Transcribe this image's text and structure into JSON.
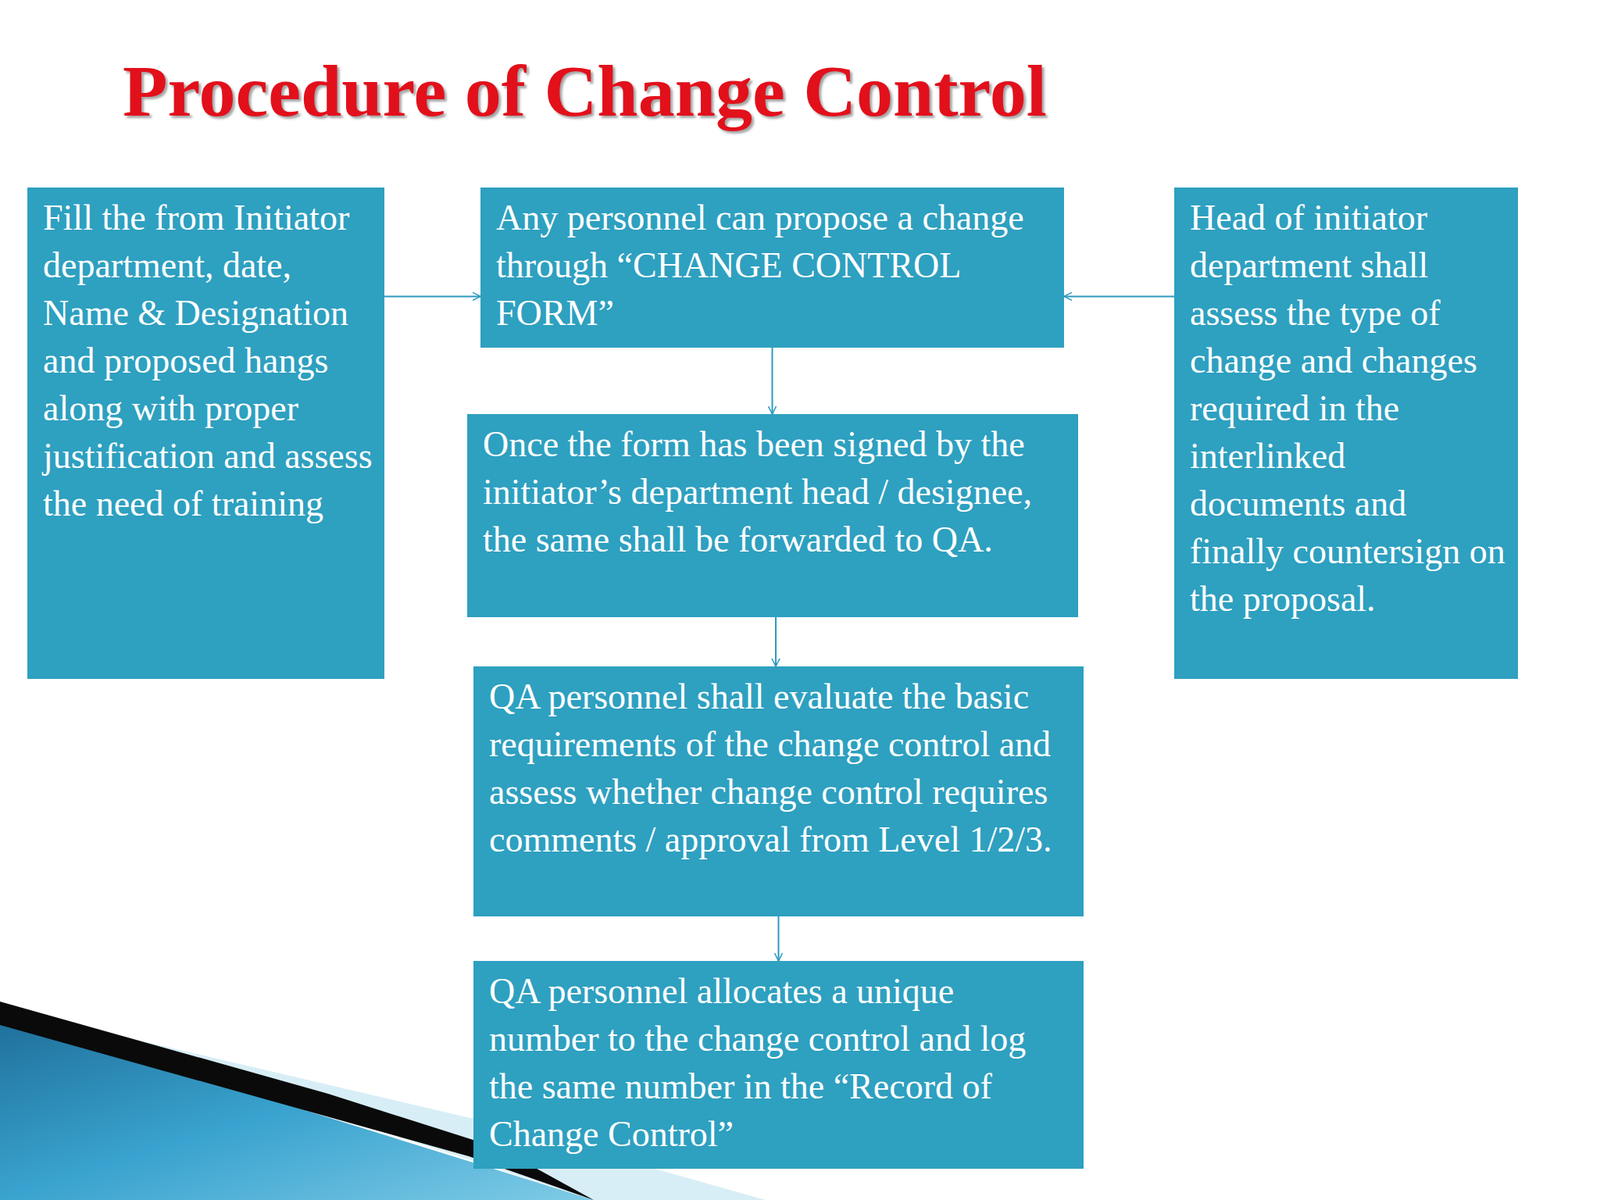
{
  "diagram": {
    "title": "Procedure of Change Control",
    "nodes": [
      {
        "text": [
          "Fill the from Initiator department, date, Name & Designation and proposed hangs along with proper justification and assess the need of training"
        ]
      },
      {
        "text": [
          "Any personnel can propose a change through “CHANGE CONTROL FORM”"
        ]
      },
      {
        "text": [
          "Head of initiator department shall assess the type of change and changes required in the interlinked documents and finally countersign on the proposal."
        ]
      },
      {
        "text": [
          "Once the form has been signed by the initiator’s department head / designee, the same shall be forwarded to QA."
        ]
      },
      {
        "text": [
          "QA personnel shall evaluate the basic requirements of the change control and assess whether change control requires comments / approval from Level 1/2/3."
        ]
      },
      {
        "text": [
          "QA personnel allocates a unique number to the change control and log the same number in the “Record of Change Control”"
        ]
      }
    ],
    "edges": [
      {
        "from": 0,
        "to": 1,
        "arrow": "to"
      },
      {
        "from": 2,
        "to": 1,
        "arrow": "to"
      },
      {
        "from": 1,
        "to": 3,
        "arrow": "to"
      },
      {
        "from": 3,
        "to": 4,
        "arrow": "to"
      },
      {
        "from": 4,
        "to": 5,
        "arrow": "to"
      }
    ]
  }
}
